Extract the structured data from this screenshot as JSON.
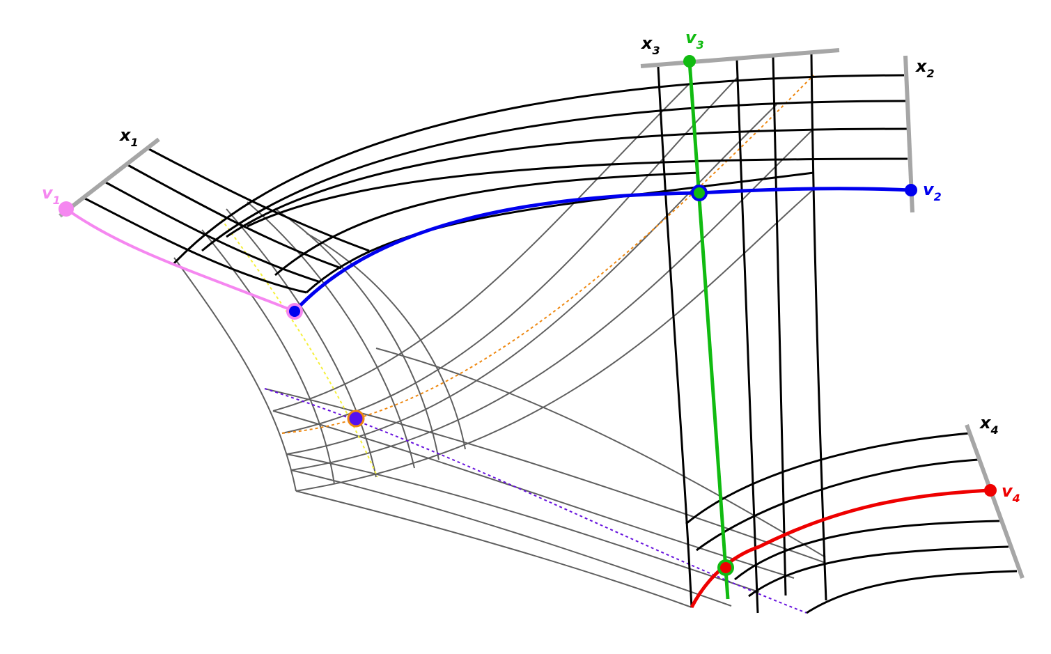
{
  "labels": {
    "x1": {
      "base": "x",
      "sub": "1"
    },
    "x2": {
      "base": "x",
      "sub": "2"
    },
    "x3": {
      "base": "x",
      "sub": "3"
    },
    "x4": {
      "base": "x",
      "sub": "4"
    },
    "v1": {
      "base": "v",
      "sub": "1"
    },
    "v2": {
      "base": "v",
      "sub": "2"
    },
    "v3": {
      "base": "v",
      "sub": "3"
    },
    "v4": {
      "base": "v",
      "sub": "4"
    }
  },
  "colors": {
    "axis": "#a6a6a6",
    "grid_black": "#000000",
    "grid_gray": "#5f5f5f",
    "v1": "#f587f0",
    "v2": "#0000ee",
    "v3": "#11bb11",
    "v4": "#ee0000",
    "yellow_dotted": "#f5f03a",
    "orange_dotted": "#ee8811",
    "purple_dotted": "#6611dd",
    "center_point": "#5511ee"
  }
}
